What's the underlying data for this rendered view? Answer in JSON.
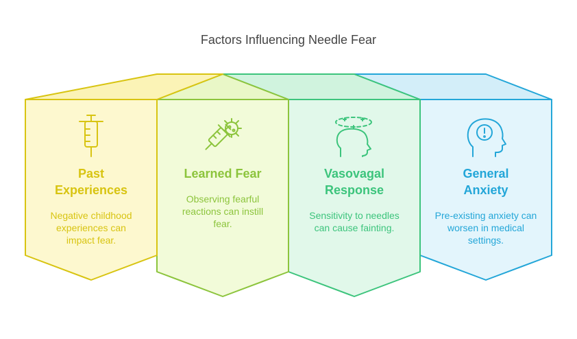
{
  "title": "Factors Influencing Needle Fear",
  "factors": [
    {
      "heading": "Past Experiences",
      "description": "Negative childhood experiences can impact fear.",
      "icon": "syringe-icon",
      "color": "#d8c411",
      "fill": "#fdf8cf",
      "top_fill": "#fbf3b6"
    },
    {
      "heading": "Learned Fear",
      "description": "Observing fearful reactions can instill fear.",
      "icon": "syringe-virus-icon",
      "color": "#8cc43c",
      "fill": "#f2fbd9",
      "top_fill": "#e9f7c7"
    },
    {
      "heading": "Vasovagal Response",
      "description": "Sensitivity to needles can cause fainting.",
      "icon": "dizzy-head-icon",
      "color": "#3cc47c",
      "fill": "#e1f8ea",
      "top_fill": "#d0f3de"
    },
    {
      "heading": "General Anxiety",
      "description": "Pre-existing anxiety can worsen in medical settings.",
      "icon": "head-alert-icon",
      "color": "#23a6d8",
      "fill": "#e3f5fc",
      "top_fill": "#d3eef9"
    }
  ]
}
